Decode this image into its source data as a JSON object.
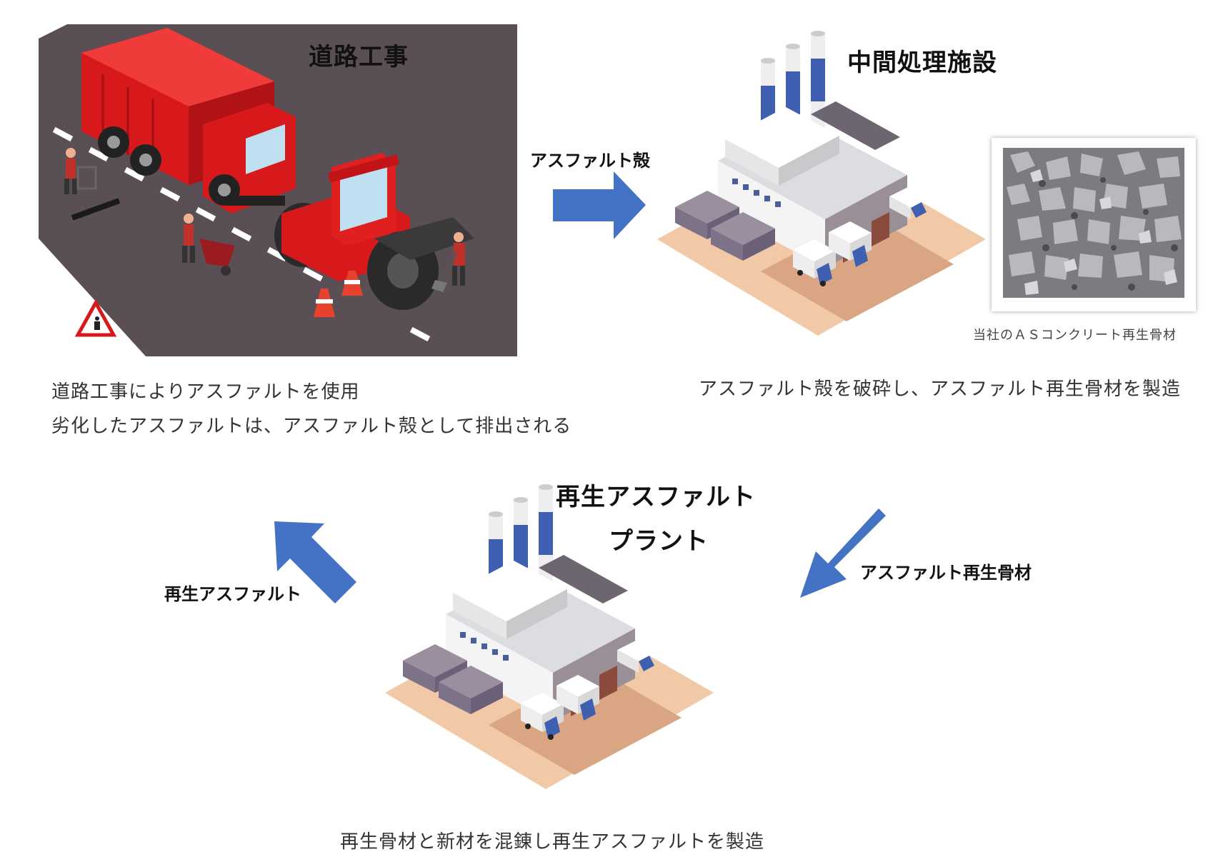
{
  "road_work": {
    "title": "道路工事",
    "description_line1": "道路工事によりアスファルトを使用",
    "description_line2": "劣化したアスファルトは、アスファルト殻として排出される"
  },
  "intermediate_facility": {
    "title": "中間処理施設",
    "description": "アスファルト殻を破砕し、アスファルト再生骨材を製造",
    "photo_caption": "当社のＡＳコンクリート再生骨材"
  },
  "recycled_plant": {
    "title_line1": "再生アスファルト",
    "title_line2": "プラント",
    "description": "再生骨材と新材を混錬し再生アスファルトを製造"
  },
  "arrows": {
    "to_facility": "アスファルト殻",
    "to_plant": "アスファルト再生骨材",
    "to_road": "再生アスファルト"
  },
  "colors": {
    "arrow": "#4472c4",
    "truck_red": "#e02020",
    "road": "#5a4f55",
    "chimney_blue": "#3f5fb0"
  }
}
